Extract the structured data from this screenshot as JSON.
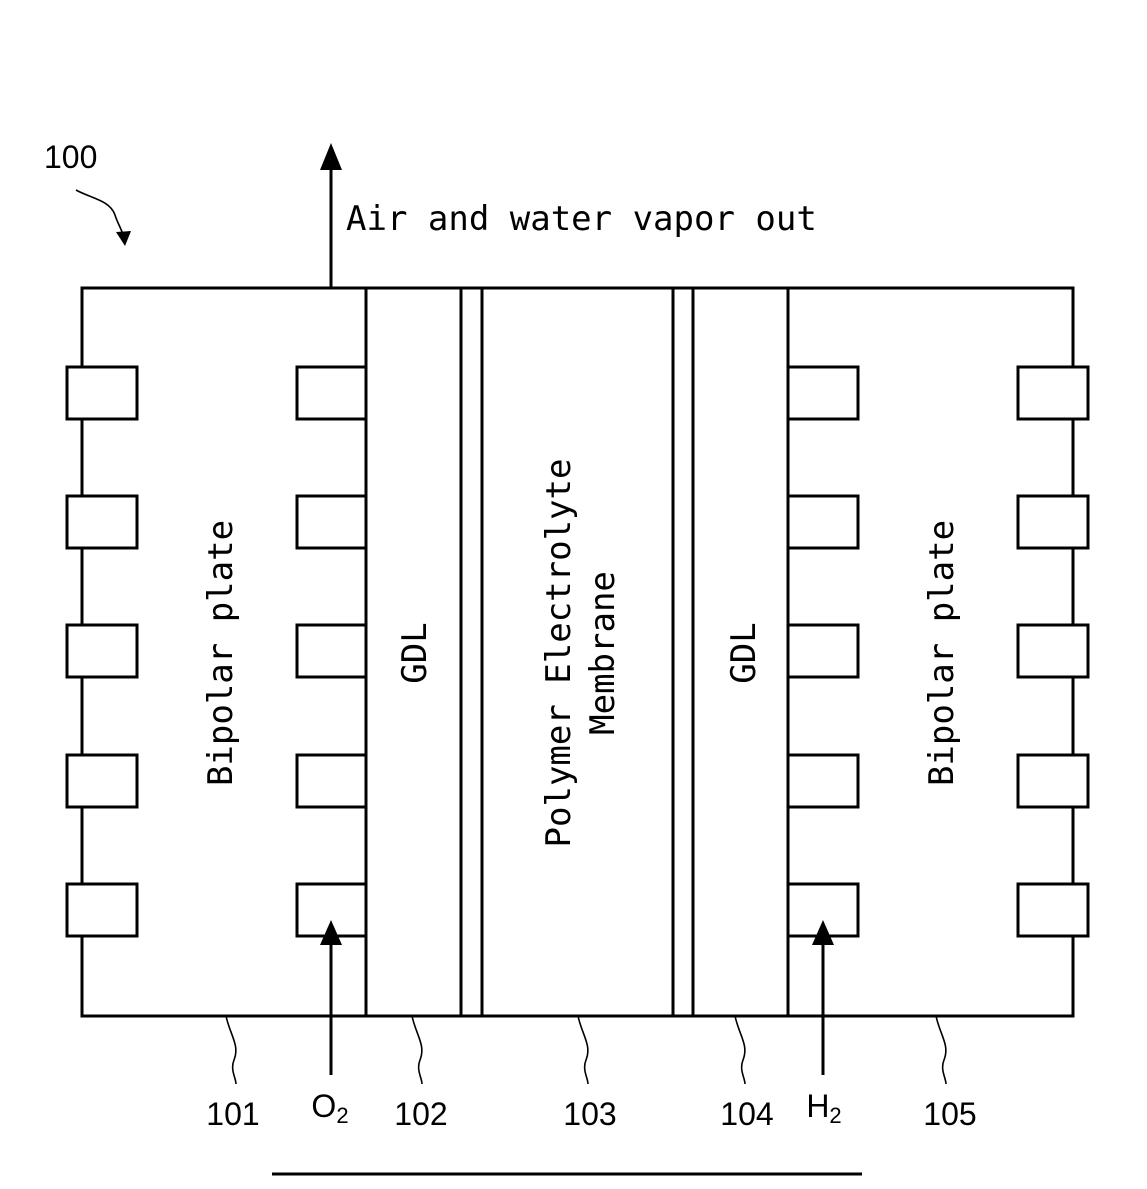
{
  "figure": {
    "ref_main": "100",
    "outlet_label": "Air and water vapor out",
    "regions": {
      "left_plate": "Bipolar plate",
      "left_gdl": "GDL",
      "membrane_line1": "Polymer Electrolyte",
      "membrane_line2": "Membrane",
      "right_gdl": "GDL",
      "right_plate": "Bipolar plate"
    },
    "reference_numerals": [
      "101",
      "102",
      "103",
      "104",
      "105"
    ],
    "gas_inputs": [
      {
        "symbol": "O",
        "subscript": "2"
      },
      {
        "symbol": "H",
        "subscript": "2"
      }
    ]
  }
}
